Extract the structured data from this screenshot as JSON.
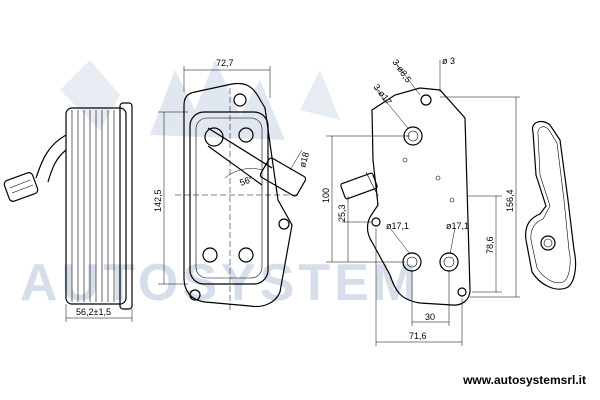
{
  "watermark": {
    "text": "AUTOSYSTEM"
  },
  "website": "www.autosystemsrl.it",
  "dimensions": {
    "width_top": "72,7",
    "height_left": "142,5",
    "depth_bottom": "56,2±1,5",
    "pipe_diameter": "ø18",
    "angle": "56°",
    "hole_spacing_top": "3-ø8,5",
    "bolt_diameter_top": "ø 3",
    "port_diameter_top": "3-ø17",
    "height_100": "100",
    "offset_25_3": "25,3",
    "port_left_diameter": "ø17,1",
    "port_right_diameter": "ø17,1",
    "height_156_4": "156,4",
    "height_78_6": "78,6",
    "spacing_30": "30",
    "width_71_6": "71,6"
  }
}
